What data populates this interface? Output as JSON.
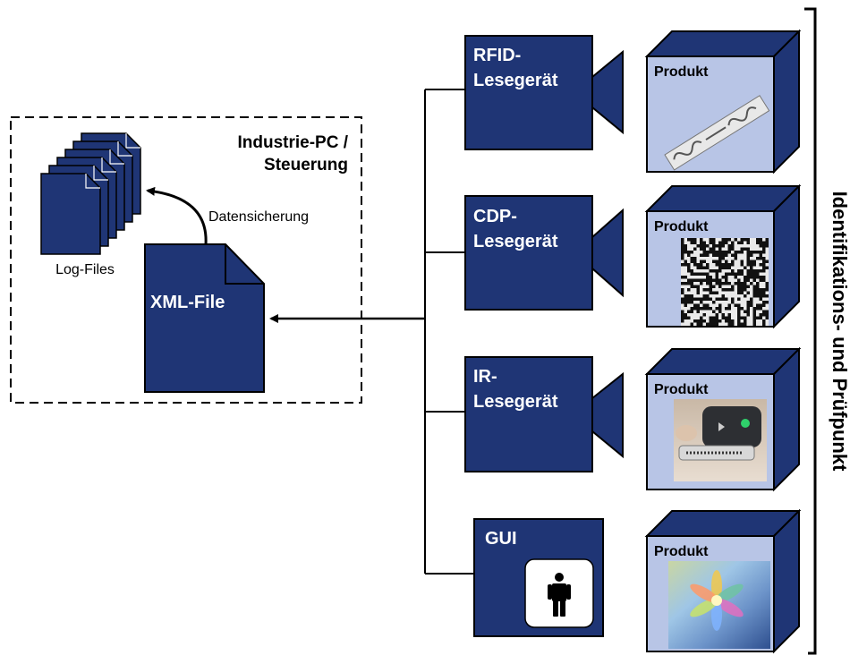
{
  "industrial_pc": {
    "title_line1": "Industrie-PC /",
    "title_line2": "Steuerung"
  },
  "log_files": {
    "label": "Log-Files"
  },
  "backup": {
    "label": "Datensicherung"
  },
  "xml_file": {
    "label": "XML-File"
  },
  "readers": [
    {
      "line1": "RFID-",
      "line2": "Lesegerät"
    },
    {
      "line1": "CDP-",
      "line2": "Lesegerät"
    },
    {
      "line1": "IR-",
      "line2": "Lesegerät"
    }
  ],
  "gui": {
    "label": "GUI"
  },
  "products": [
    {
      "label": "Produkt",
      "image": "rfid-tag"
    },
    {
      "label": "Produkt",
      "image": "copy-detection-pattern"
    },
    {
      "label": "Produkt",
      "image": "ir-reader-device"
    },
    {
      "label": "Produkt",
      "image": "hologram-label"
    }
  ],
  "checkpoint": {
    "label": "Identifikations- und Prüfpunkt"
  },
  "colors": {
    "navy": "#1f3575",
    "face_light": "#b8c5e6",
    "line": "#000000",
    "text_white": "#ffffff"
  }
}
